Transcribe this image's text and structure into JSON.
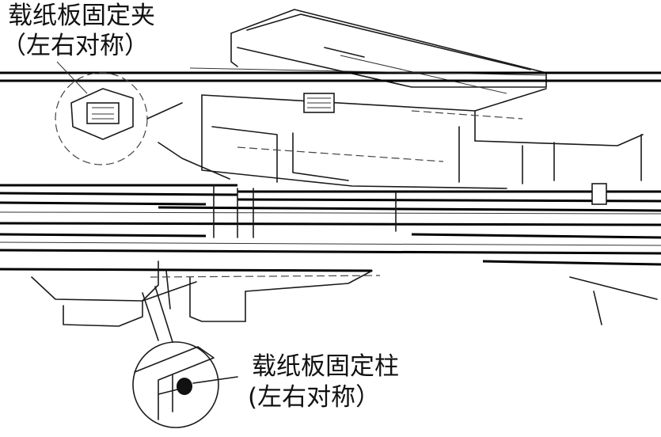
{
  "labels": {
    "clip_line1": "载纸板固定夹",
    "clip_line2": "（左右对称）",
    "post_line1": "载纸板固定柱",
    "post_line2": "(左右对称）"
  },
  "colors": {
    "line": "#1a1a1a",
    "background": "#ffffff"
  }
}
